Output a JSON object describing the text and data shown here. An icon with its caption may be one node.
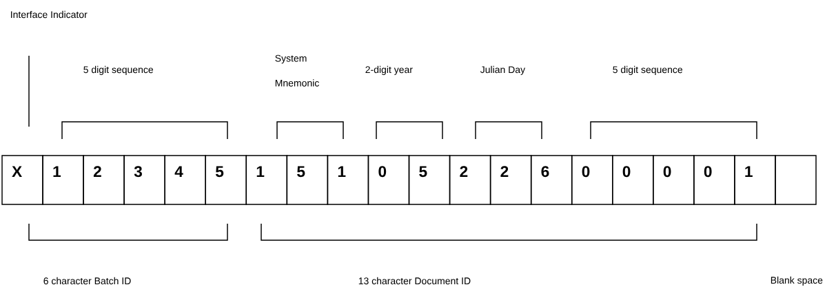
{
  "diagram": {
    "nodes": [
      {
        "text": [
          "X"
        ]
      },
      {
        "text": [
          "1"
        ]
      },
      {
        "text": [
          "2"
        ]
      },
      {
        "text": [
          "3"
        ]
      },
      {
        "text": [
          "4"
        ]
      },
      {
        "text": [
          "5"
        ]
      },
      {
        "text": [
          "1"
        ]
      },
      {
        "text": [
          "5"
        ]
      },
      {
        "text": [
          "1"
        ]
      },
      {
        "text": [
          "0"
        ]
      },
      {
        "text": [
          "5"
        ]
      },
      {
        "text": [
          "2"
        ]
      },
      {
        "text": [
          "2"
        ]
      },
      {
        "text": [
          "6"
        ]
      },
      {
        "text": [
          "0"
        ]
      },
      {
        "text": [
          "0"
        ]
      },
      {
        "text": [
          "0"
        ]
      },
      {
        "text": [
          "0"
        ]
      },
      {
        "text": [
          "1"
        ]
      },
      {
        "text": [],
        "shape": "box"
      }
    ],
    "labels": [
      "Interface Indicator",
      "5 digit sequence",
      "System Mnemonic",
      "2-digit year",
      "Julian Day",
      "5 digit sequence",
      "6 character Batch ID",
      "13 character Document ID",
      "Blank space"
    ]
  }
}
